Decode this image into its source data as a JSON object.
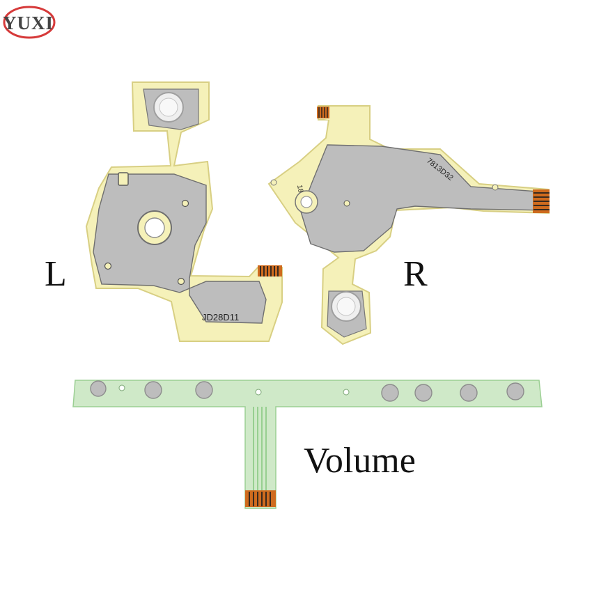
{
  "logo": {
    "text": "YUXI"
  },
  "labels": {
    "left": "L",
    "right": "R",
    "volume": "Volume"
  },
  "parts": {
    "left_code": "JD28D11",
    "right_code": "7813D32",
    "right_number": "18"
  },
  "colors": {
    "substrate": "#f5f1b9",
    "substrate_edge": "#d8cf83",
    "metal": "#bdbdbd",
    "metal_dark": "#9f9f9f",
    "connector_orange": "#cf6b1e",
    "connector_dark": "#3a2a1e",
    "volume_green": "#cfe9c8",
    "volume_trace": "#97cf90"
  }
}
